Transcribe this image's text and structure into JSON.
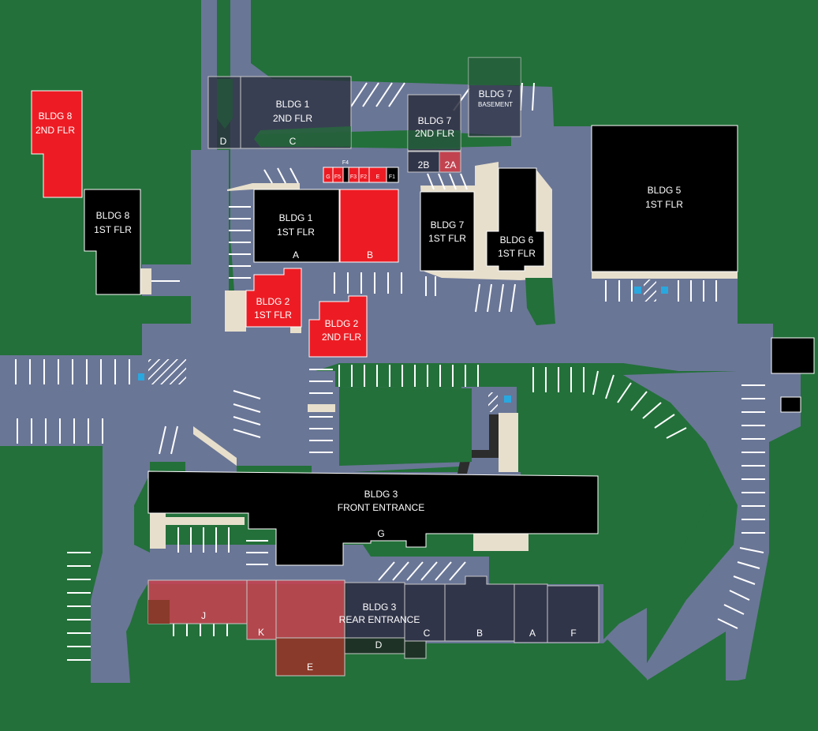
{
  "colors": {
    "grass": "#23703a",
    "pavement": "#6a7696",
    "sidewalk": "#e7dfcc",
    "building": "#000000",
    "highlight_red": "#ed1c24",
    "upper_floor_overlay": "#2b2f40",
    "lower_floor_red": "#c24350",
    "lower_floor_dark": "#8a3a2a",
    "stall_line": "#ffffff",
    "accessible_blue": "#29a8e0"
  },
  "buildings": {
    "bldg8_2nd": [
      "BLDG 8",
      "2ND FLR"
    ],
    "bldg8_1st": [
      "BLDG 8",
      "1ST FLR"
    ],
    "bldg1_2nd": [
      "BLDG 1",
      "2ND FLR"
    ],
    "bldg1_1st": [
      "BLDG 1",
      "1ST FLR"
    ],
    "bldg7_2nd": [
      "BLDG 7",
      "2ND FLR"
    ],
    "bldg7_basement": [
      "BLDG 7",
      "BASEMENT"
    ],
    "bldg7_1st": [
      "BLDG 7",
      "1ST FLR"
    ],
    "bldg6_1st": [
      "BLDG 6",
      "1ST FLR"
    ],
    "bldg5_1st": [
      "BLDG 5",
      "1ST FLR"
    ],
    "bldg2_1st": [
      "BLDG 2",
      "1ST FLR"
    ],
    "bldg2_2nd": [
      "BLDG 2",
      "2ND FLR"
    ],
    "bldg3_front": [
      "BLDG 3",
      "FRONT ENTRANCE"
    ],
    "bldg3_rear": [
      "BLDG 3",
      "REAR ENTRANCE"
    ]
  },
  "units": {
    "bldg1_d": "D",
    "bldg1_c": "C",
    "bldg1_a": "A",
    "bldg1_b": "B",
    "bldg7_2b": "2B",
    "bldg7_2a": "2A",
    "g": "G",
    "f5": "F5",
    "f4": "F4",
    "f3": "F3",
    "f2": "F2",
    "e": "E",
    "f1": "F1",
    "bldg3_g": "G",
    "rear_j": "J",
    "rear_k": "K",
    "rear_e": "E",
    "rear_d": "D",
    "rear_c": "C",
    "rear_b": "B",
    "rear_a": "A",
    "rear_f": "F"
  }
}
